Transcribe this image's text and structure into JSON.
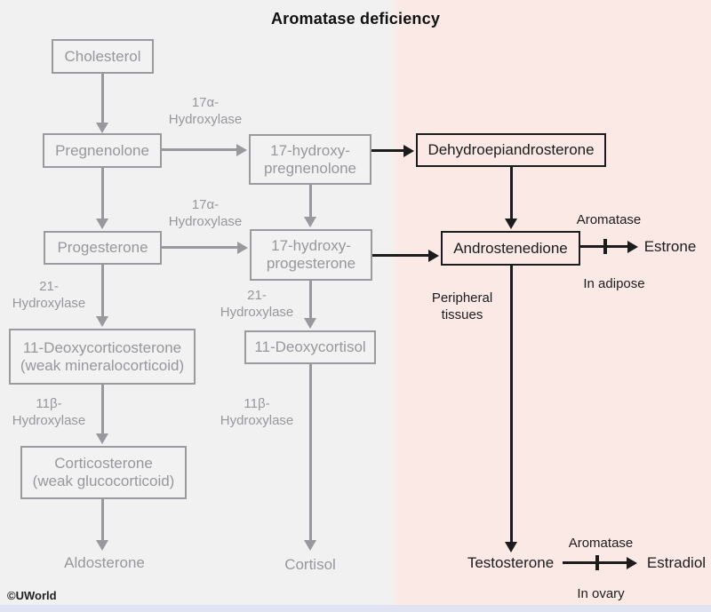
{
  "title": "Aromatase deficiency",
  "watermark": "©UWorld",
  "pathway": {
    "cholesterol": "Cholesterol",
    "pregnenolone": "Pregnenolone",
    "progesterone": "Progesterone",
    "hydroxypregnenolone": {
      "line1": "17-hydroxy-",
      "line2": "pregnenolone"
    },
    "hydroxyprogesterone": {
      "line1": "17-hydroxy-",
      "line2": "progesterone"
    },
    "deoxycorticosterone": {
      "line1": "11-Deoxycorticosterone",
      "line2": "(weak mineralocorticoid)"
    },
    "corticosterone": {
      "line1": "Corticosterone",
      "line2": "(weak glucocorticoid)"
    },
    "deoxycortisol": "11-Deoxycortisol",
    "aldosterone": "Aldosterone",
    "cortisol": "Cortisol",
    "dehydroepiandrosterone": "Dehydroepiandrosterone",
    "androstenedione": "Androstenedione",
    "testosterone": "Testosterone",
    "estrone": "Estrone",
    "estradiol": "Estradiol"
  },
  "enzymes": {
    "hydroxylase17a": {
      "line1": "17α-",
      "line2": "Hydroxylase"
    },
    "hydroxylase21": {
      "line1": "21-",
      "line2": "Hydroxylase"
    },
    "hydroxylase11b": {
      "line1": "11β-",
      "line2": "Hydroxylase"
    },
    "aromatase": "Aromatase"
  },
  "annotations": {
    "peripheral_tissues": {
      "line1": "Peripheral",
      "line2": "tissues"
    },
    "in_adipose": "In adipose",
    "in_ovary": "In ovary"
  },
  "colors": {
    "inactive_gray": "#97979c",
    "active_black": "#1c1c1c",
    "left_background": "#f1f1f2",
    "highlight_background": "#fbe9e5",
    "footer_bar": "#dfe3f2"
  }
}
